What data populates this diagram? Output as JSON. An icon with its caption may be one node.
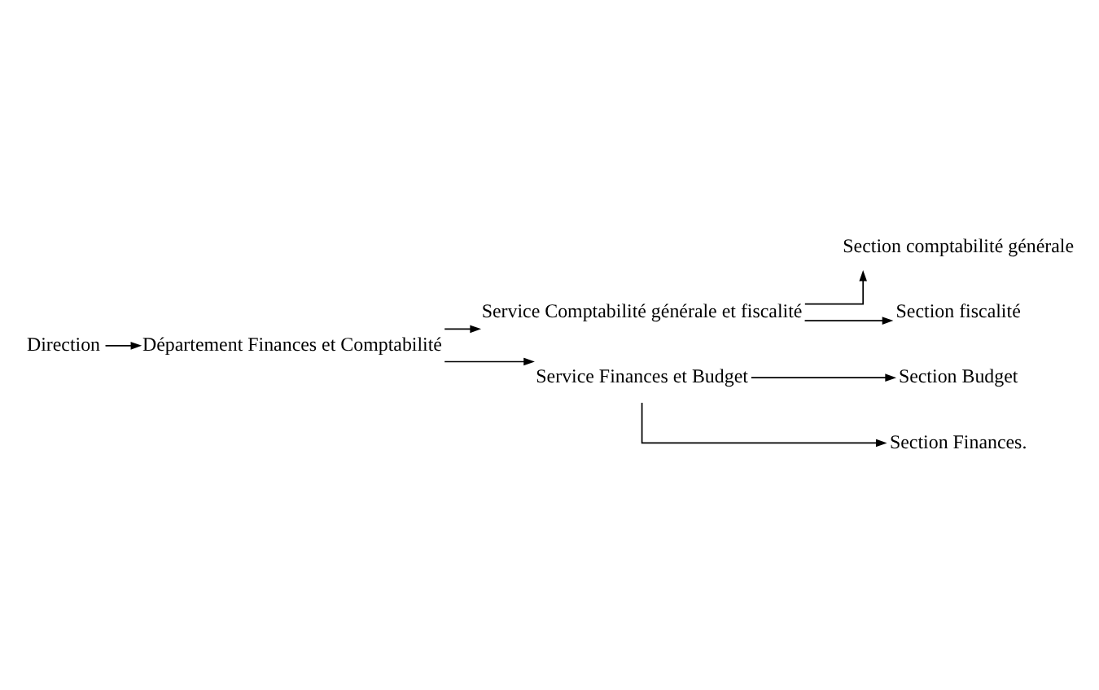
{
  "diagram": {
    "nodes": [
      {
        "text": [
          "Direction"
        ]
      },
      {
        "text": [
          "Département Finances et Comptabilité"
        ]
      },
      {
        "text": [
          "Service Comptabilité générale et fiscalité"
        ]
      },
      {
        "text": [
          "Section comptabilité générale"
        ]
      },
      {
        "text": [
          "Section fiscalité"
        ]
      },
      {
        "text": [
          "Service Finances et Budget"
        ]
      },
      {
        "text": [
          "Section Budget"
        ]
      },
      {
        "text": [
          "Section Finances."
        ]
      }
    ],
    "edges": [
      {
        "from": 0,
        "to": 1,
        "arrow": "to"
      },
      {
        "from": 1,
        "to": 2,
        "arrow": "to"
      },
      {
        "from": 2,
        "to": 3,
        "arrow": "to"
      },
      {
        "from": 2,
        "to": 4,
        "arrow": "to"
      },
      {
        "from": 1,
        "to": 5,
        "arrow": "to"
      },
      {
        "from": 5,
        "to": 6,
        "arrow": "to"
      },
      {
        "from": 5,
        "to": 7,
        "arrow": "to"
      }
    ]
  }
}
